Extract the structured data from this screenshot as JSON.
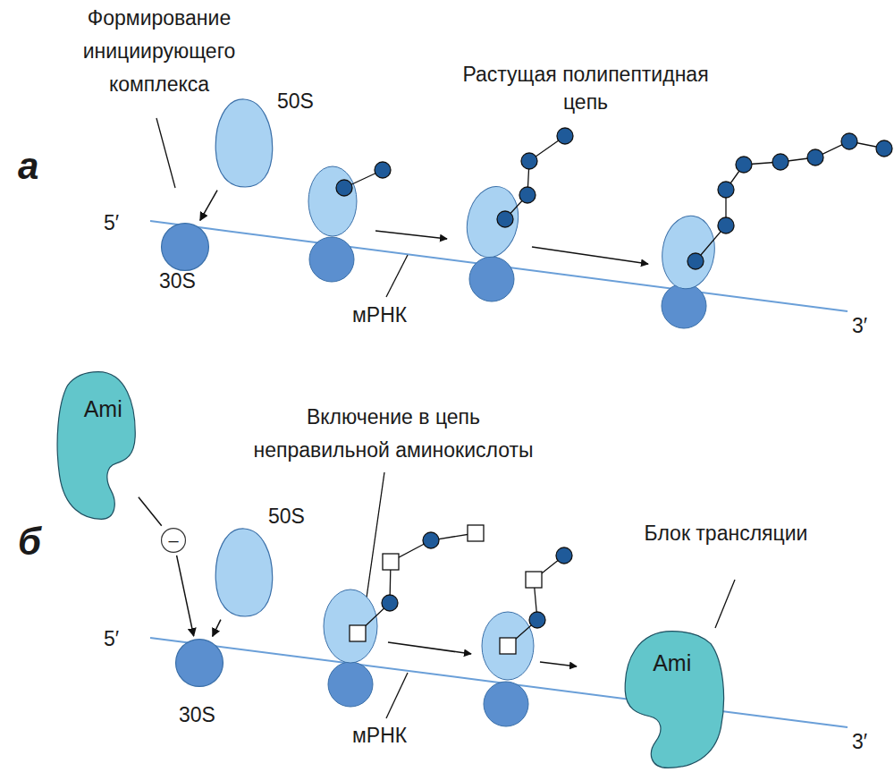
{
  "diagram": {
    "nodes": [
      {
        "text": [
          "50S"
        ]
      },
      {
        "text": [
          "30S"
        ]
      },
      {
        "text": [
          "Ami"
        ]
      },
      {
        "text": [
          "–"
        ]
      },
      {
        "text": [
          "50S"
        ]
      },
      {
        "text": [
          "30S"
        ]
      },
      {
        "text": [
          "Ami"
        ]
      }
    ],
    "edges": [
      {
        "from": 0,
        "to": 1,
        "arrow": "to"
      },
      {
        "from": 2,
        "to": 3,
        "arrow": "none"
      },
      {
        "from": 3,
        "to": 5,
        "arrow": "to"
      },
      {
        "from": 4,
        "to": 5,
        "arrow": "to"
      }
    ],
    "labels": [
      "а",
      "Формирование инициирующего комплекса",
      "5′",
      "мРНК",
      "Растущая полипептидная цепь",
      "3′",
      "б",
      "Включение в цепь неправильной аминокислоты",
      "Блок трансляции",
      "5′",
      "мРНК",
      "3′"
    ]
  }
}
